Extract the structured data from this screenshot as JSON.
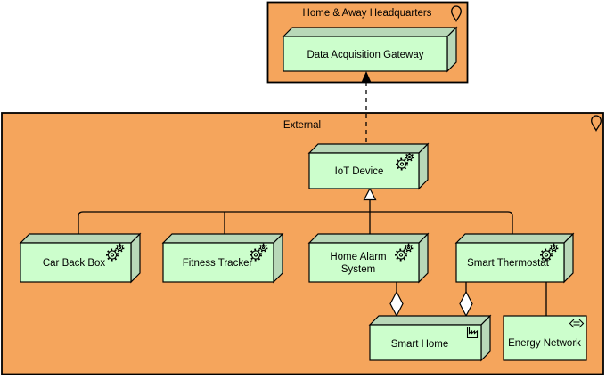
{
  "colors": {
    "background": "#FFFFFF",
    "location_fill": "#F5A55C",
    "node_fill": "#CCFECC",
    "node_shade": "#B8D8B8",
    "white": "#FFFFFF",
    "line": "#000000"
  },
  "containers": {
    "headquarters": {
      "label": "Home & Away Headquarters",
      "icon": "location-pin"
    },
    "external": {
      "label": "External",
      "icon": "location-pin"
    }
  },
  "nodes": {
    "gateway": {
      "label": "Data Acquisition Gateway",
      "shape": "node-3d"
    },
    "iot_device": {
      "label": "IoT Device",
      "icon": "equipment-gears"
    },
    "car_back_box": {
      "label": "Car Back Box",
      "icon": "equipment-gears"
    },
    "fitness_tracker": {
      "label": "Fitness Tracker",
      "icon": "equipment-gears"
    },
    "home_alarm_system": {
      "line1": "Home Alarm",
      "line2": "System",
      "icon": "equipment-gears"
    },
    "smart_thermostat": {
      "label": "Smart Thermostat",
      "icon": "equipment-gears"
    },
    "smart_home": {
      "label": "Smart Home",
      "icon": "facility"
    },
    "energy_network": {
      "label": "Energy Network",
      "icon": "distribution-network"
    }
  },
  "relations": [
    {
      "from": "IoT Device",
      "to": "Data Acquisition Gateway",
      "type": "flow-dashed-arrow"
    },
    {
      "from": "Car Back Box",
      "to": "IoT Device",
      "type": "specialization"
    },
    {
      "from": "Fitness Tracker",
      "to": "IoT Device",
      "type": "specialization"
    },
    {
      "from": "Home Alarm System",
      "to": "IoT Device",
      "type": "specialization"
    },
    {
      "from": "Smart Thermostat",
      "to": "IoT Device",
      "type": "specialization"
    },
    {
      "from": "Home Alarm System",
      "to": "Smart Home",
      "type": "aggregation"
    },
    {
      "from": "Smart Thermostat",
      "to": "Smart Home",
      "type": "aggregation"
    },
    {
      "from": "Smart Thermostat",
      "to": "Energy Network",
      "type": "association"
    }
  ]
}
